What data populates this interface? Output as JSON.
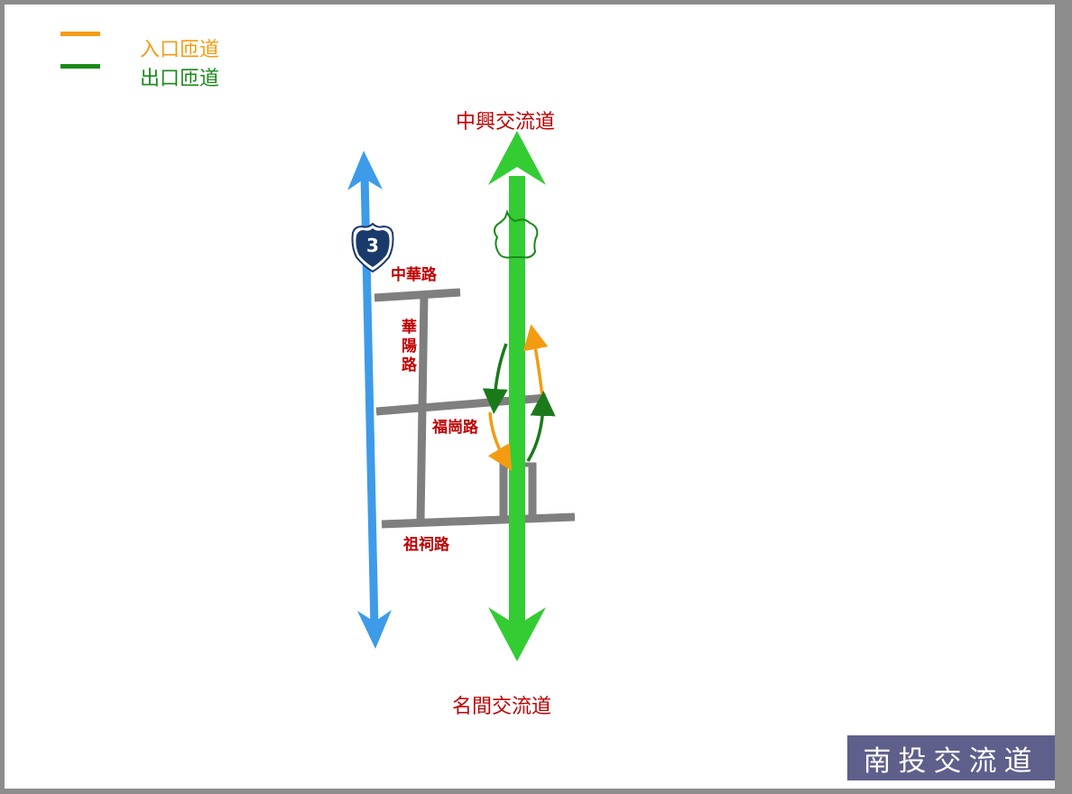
{
  "legend": {
    "entrance": {
      "label": "入口匝道",
      "color": "#f39c12"
    },
    "exit": {
      "label": "出口匝道",
      "color": "#1a8a1a"
    }
  },
  "north_interchange": "中興交流道",
  "south_interchange": "名間交流道",
  "roads": {
    "zhonghua": "中華路",
    "huayang": "華陽路",
    "fugang": "福崗路",
    "zuci": "祖祠路"
  },
  "highway_shield": {
    "number": "3",
    "icon": "freeway-3-shield-icon"
  },
  "badge": "南投交流道",
  "colors": {
    "highway": "#3d9be9",
    "local_highway": "#33cc33",
    "road": "#7f7f7f",
    "label_red": "#c00000",
    "shield": "#1a3a6b",
    "badge_bg": "#5f5f8c"
  }
}
